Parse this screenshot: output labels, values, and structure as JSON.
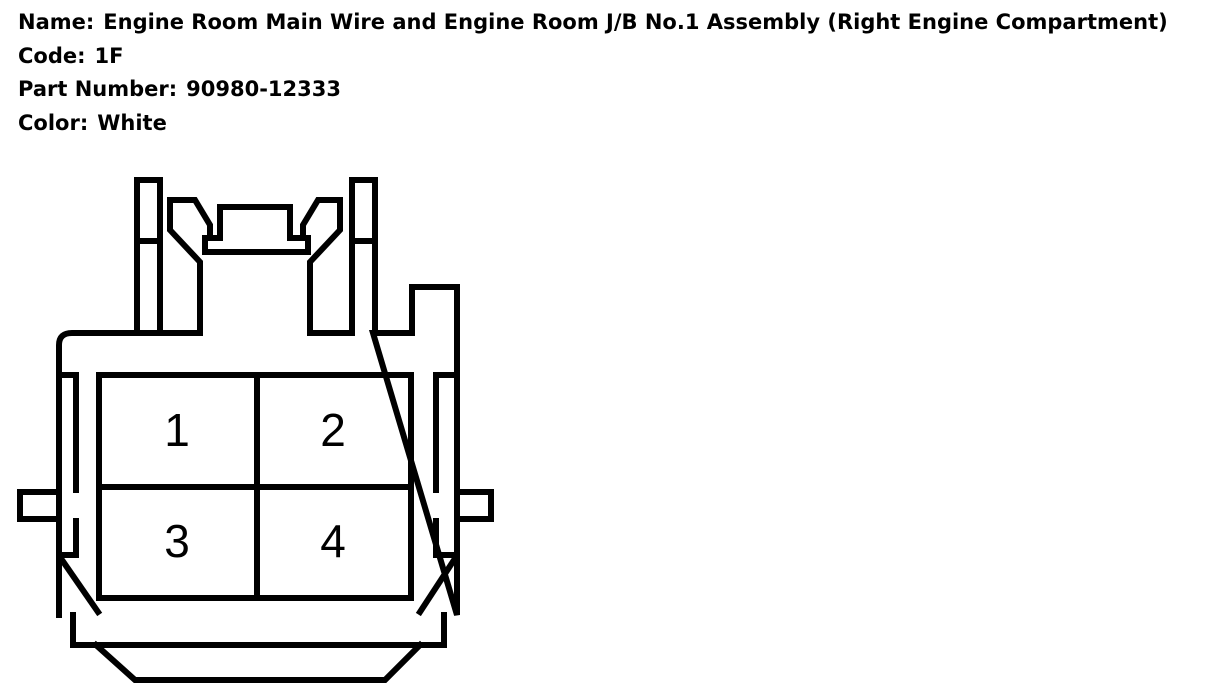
{
  "info": {
    "name_label": "Name:",
    "name_value": "Engine Room Main Wire and Engine Room J/B No.1 Assembly (Right Engine Compartment)",
    "code_label": "Code:",
    "code_value": "1F",
    "part_label": "Part Number:",
    "part_value": "90980-12333",
    "color_label": "Color:",
    "color_value": "White"
  },
  "connector": {
    "pins": [
      "1",
      "2",
      "3",
      "4"
    ]
  },
  "colors": {
    "line": "#000000",
    "background": "#ffffff"
  }
}
